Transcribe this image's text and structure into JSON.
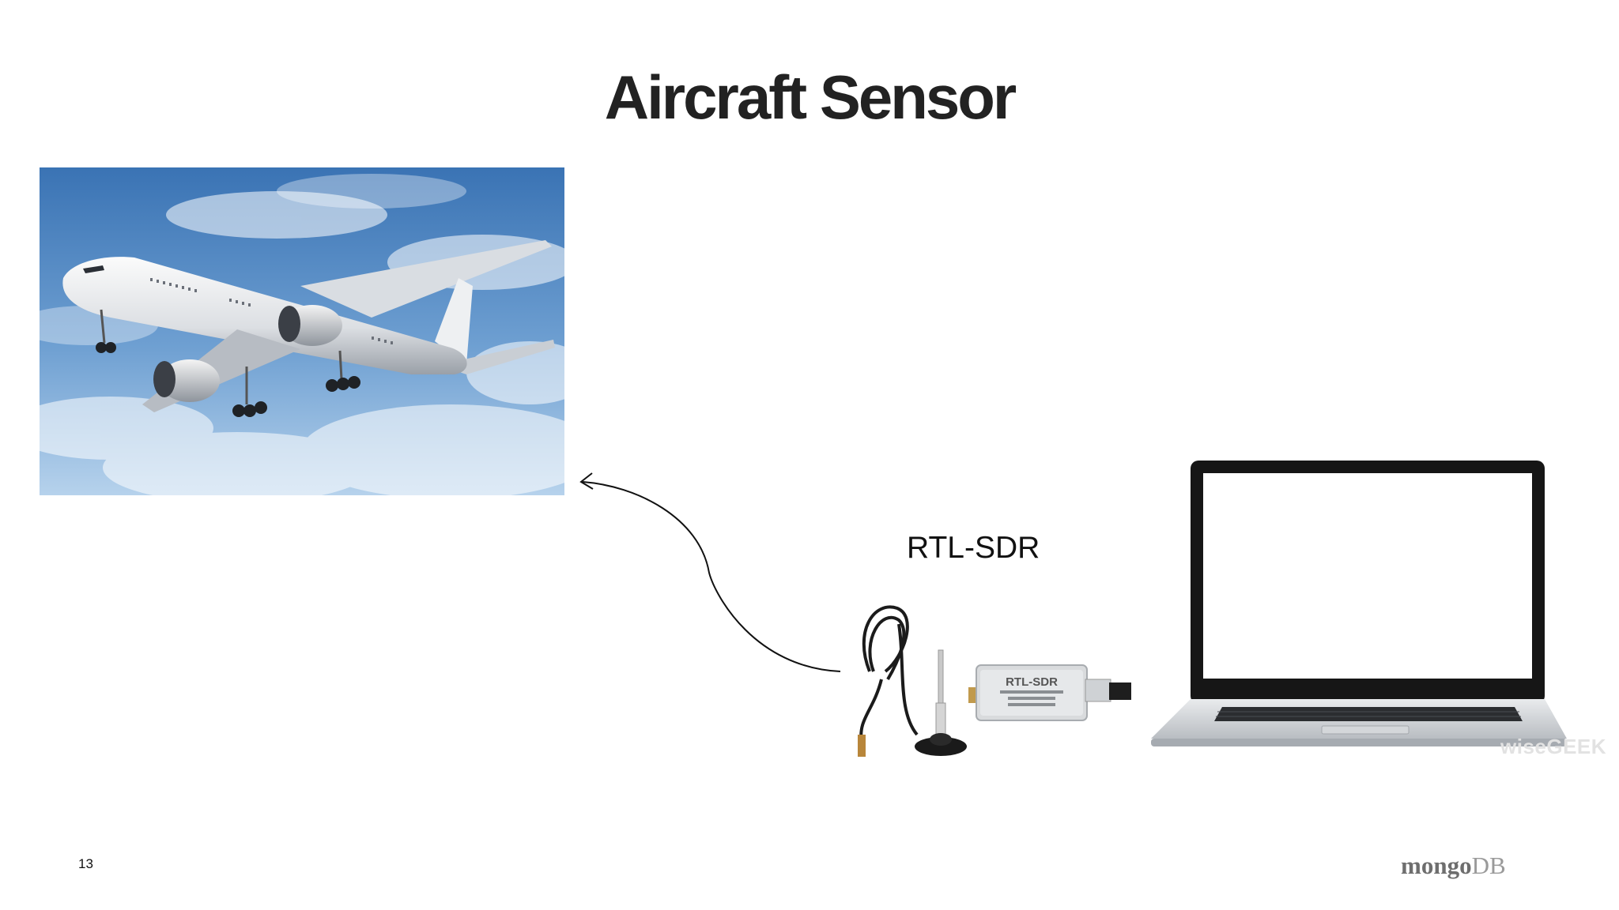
{
  "slide": {
    "title": "Aircraft Sensor",
    "device_label": "RTL-SDR",
    "page_number": "13"
  },
  "images": {
    "airplane": "airplane-photo",
    "sdr": "rtl-sdr-dongle-with-antenna",
    "laptop": "laptop-computer"
  },
  "usb_stick_text": "RTL-SDR",
  "watermark": "wiseGEEK",
  "logo": {
    "text": "mongoDB"
  },
  "colors": {
    "title": "#222222",
    "sky_top": "#3d78b8",
    "sky_bottom": "#a9cbe8",
    "logo": "#8a8a8a"
  }
}
